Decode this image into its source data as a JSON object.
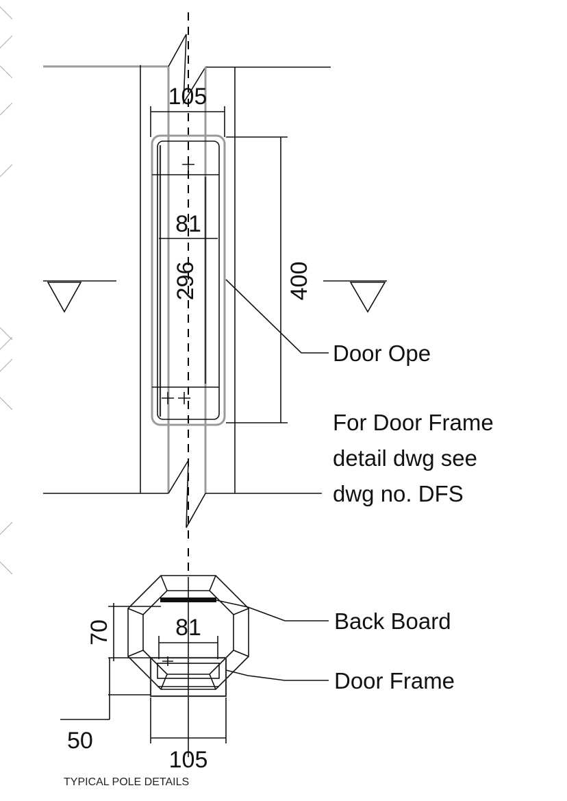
{
  "dimensions": {
    "frame_width_top": "105",
    "inner_width_top": "81",
    "opening_height": "296",
    "frame_height": "400",
    "section_depth": "70",
    "section_inner_width": "81",
    "section_offset": "50",
    "section_frame_width": "105"
  },
  "callouts": {
    "door_ope": "Door Ope",
    "door_frame_note": [
      "For Door Frame",
      "detail dwg see",
      "dwg no. DFS"
    ],
    "back_board": "Back Board",
    "door_frame": "Door Frame"
  },
  "caption": "TYPICAL POLE DETAILS"
}
